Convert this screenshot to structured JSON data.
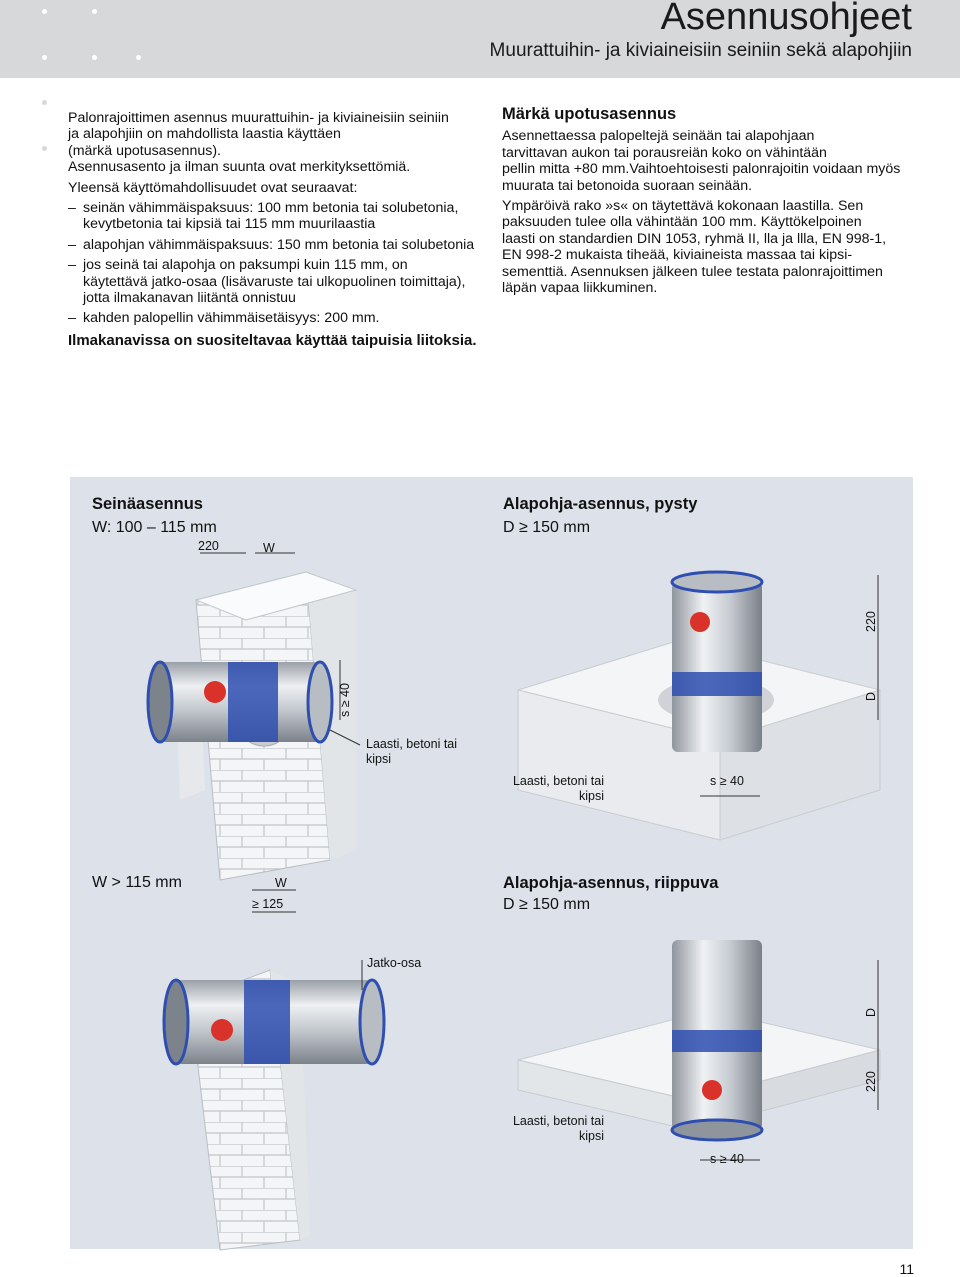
{
  "header": {
    "title": "Asennusohjeet",
    "subtitle": "Muurattuihin- ja kiviaineisiin seiniin sekä alapohjiin"
  },
  "left_column": {
    "intro_1": "Palonrajoittimen asennus muurattuihin- ja kiviaineisiin seiniin",
    "intro_2": "ja alapohjiin on mahdollista laastia käyttäen",
    "intro_3": "(märkä upotusasennus).",
    "intro_4": "Asennusasento ja ilman suunta ovat merkityksettömiä.",
    "conditions_title": "Yleensä käyttömahdollisuudet ovat seuraavat:",
    "items": [
      {
        "line1": "seinän vähimmäispaksuus: 100 mm betonia tai solubetonia,",
        "line2": "kevytbetonia tai kipsiä tai 115 mm muurilaastia",
        "line3": ""
      },
      {
        "line1": "alapohjan vähimmäispaksuus: 150 mm betonia tai solubetonia",
        "line2": "",
        "line3": ""
      },
      {
        "line1": "jos seinä tai alapohja on paksumpi kuin 115 mm, on",
        "line2": "käytettävä jatko-osaa (lisävaruste tai ulkopuolinen toimittaja),",
        "line3": "jotta ilmakanavan liitäntä onnistuu"
      },
      {
        "line1": "kahden palopellin vähimmäisetäisyys: 200 mm.",
        "line2": "",
        "line3": ""
      }
    ],
    "note": "Ilmakanavissa on suositeltavaa käyttää taipuisia liitoksia."
  },
  "right_column": {
    "title": "Märkä upotusasennus",
    "p1_l1": "Asennettaessa palopeltejä seinään tai alapohjaan",
    "p1_l2": "tarvittavan aukon tai porausreiän koko on vähintään",
    "p1_l3": "pellin mitta +80 mm.Vaihtoehtoisesti palonrajoitin voidaan myös",
    "p1_l4": "muurata tai betonoida suoraan seinään.",
    "p2_l1": "Ympäröivä rako »s« on täytettävä kokonaan laastilla. Sen",
    "p2_l2": "paksuuden tulee olla vähintään 100 mm. Käyttökelpoinen",
    "p2_l3": "laasti on standardien DIN 1053, ryhmä II, lla ja llla, EN 998-1,",
    "p2_l4": "EN 998-2 mukaista tiheää, kiviaineista massaa tai kipsi-",
    "p2_l5": "sementtiä. Asennuksen jälkeen tulee testata palonrajoittimen",
    "p2_l6": "läpän vapaa liikkuminen."
  },
  "figures": {
    "wall": {
      "title": "Seinäasennus",
      "w_label": "W: 100 – 115 mm",
      "dim_220": "220",
      "dim_w": "W",
      "dim_s": "s ≥ 40",
      "mortar_1": "Laasti, betoni tai",
      "mortar_2": "kipsi"
    },
    "wall_large": {
      "title": "W > 115 mm",
      "dim_w": "W",
      "dim_125": "≥ 125",
      "extension": "Jatko-osa"
    },
    "floor_upright": {
      "title": "Alapohja-asennus, pysty",
      "d_label": "D ≥ 150 mm",
      "dim_220": "220",
      "dim_d": "D",
      "mortar_1": "Laasti, betoni tai",
      "mortar_2": "kipsi",
      "dim_s": "s ≥ 40"
    },
    "floor_hanging": {
      "title": "Alapohja-asennus, riippuva",
      "d_label": "D ≥ 150 mm",
      "dim_d": "D",
      "dim_220": "220",
      "mortar_1": "Laasti, betoni tai",
      "mortar_2": "kipsi",
      "dim_s": "s ≥ 40"
    }
  },
  "page_number": "11",
  "colors": {
    "header_bg": "#d7d8da",
    "figure_bg": "#dde2ea",
    "duct_blue": "#2e4fb0",
    "damper_red": "#d8322a"
  }
}
